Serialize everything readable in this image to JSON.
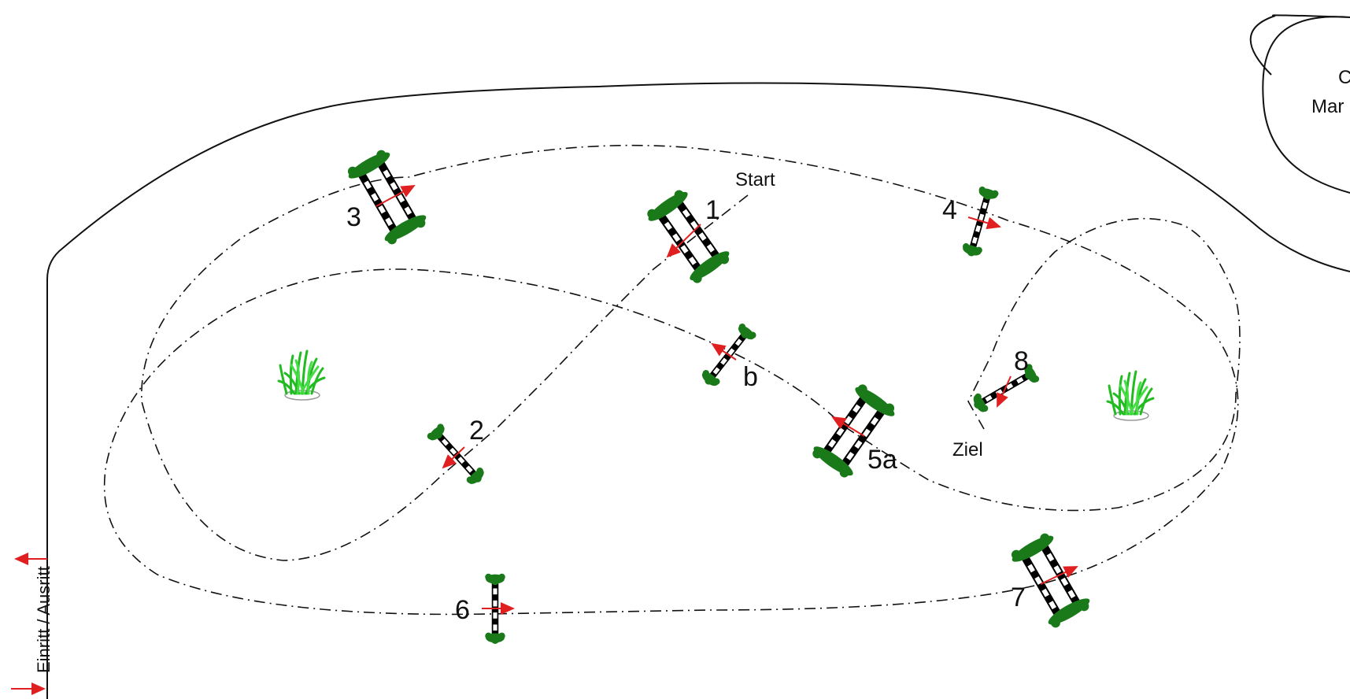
{
  "diagram": {
    "start_label": "Start",
    "finish_label": "Ziel",
    "entrance_label": "Einritt / Ausritt",
    "corner_note_lines": [
      "C",
      "Mar"
    ],
    "obstacles": [
      {
        "id": "1",
        "label": "1",
        "kind": "oxer"
      },
      {
        "id": "2",
        "label": "2",
        "kind": "vertical"
      },
      {
        "id": "3",
        "label": "3",
        "kind": "oxer"
      },
      {
        "id": "4",
        "label": "4",
        "kind": "vertical"
      },
      {
        "id": "5a",
        "label": "5a",
        "kind": "oxer"
      },
      {
        "id": "5b",
        "label": "b",
        "kind": "vertical"
      },
      {
        "id": "6",
        "label": "6",
        "kind": "vertical"
      },
      {
        "id": "7",
        "label": "7",
        "kind": "oxer"
      },
      {
        "id": "8",
        "label": "8",
        "kind": "vertical"
      }
    ],
    "decorations": [
      "grass-plant-icon",
      "grass-plant-icon"
    ],
    "colors": {
      "direction_arrow": "#e02020",
      "wing_green": "#1a7a1a",
      "plant_green": "#33cc33",
      "pole_black": "#000000",
      "line": "#111111"
    }
  }
}
